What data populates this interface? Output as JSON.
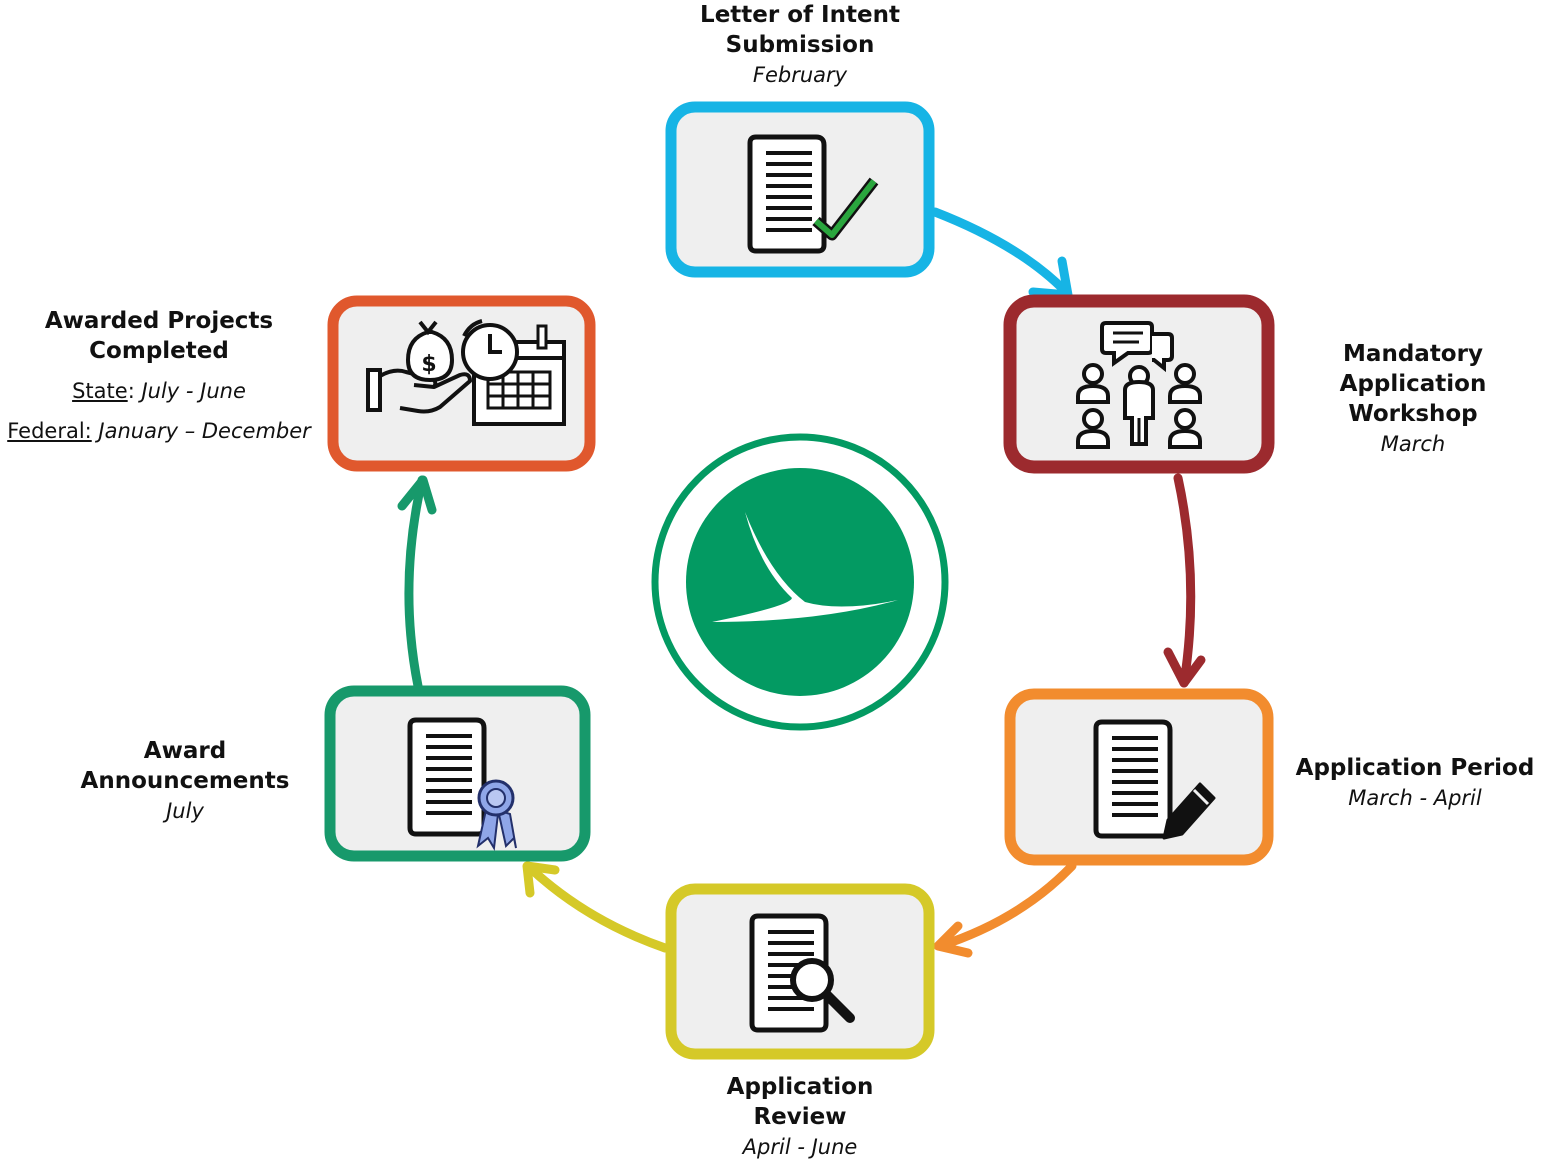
{
  "colors": {
    "loi": "#16b4e5",
    "workshop": "#9c2a2e",
    "period": "#f28c2e",
    "review": "#d5c928",
    "announce": "#17996b",
    "completed": "#e0582d",
    "logo": "#039a62",
    "box_fill": "#efefef"
  },
  "stages": {
    "loi": {
      "title1": "Letter of Intent",
      "title2": "Submission",
      "date": "February",
      "icon": "document-checkmark-icon"
    },
    "workshop": {
      "title1": "Mandatory",
      "title2": "Application Workshop",
      "date": "March",
      "icon": "workshop-people-icon"
    },
    "period": {
      "title1": "Application Period",
      "date": "March - April",
      "icon": "document-pen-icon"
    },
    "review": {
      "title1": "Application",
      "title2": "Review",
      "date": "April - June",
      "icon": "document-magnifier-icon"
    },
    "announce": {
      "title1": "Award",
      "title2": "Announcements",
      "date": "July",
      "icon": "document-ribbon-icon"
    },
    "completed": {
      "title1": "Awarded Projects",
      "title2": "Completed",
      "state_label": "State",
      "state_sep": ":",
      "state_value": "July - June",
      "federal_label": "Federal:",
      "federal_value": "January – December",
      "icon": "money-hand-calendar-icon"
    }
  },
  "logo": {
    "icon": "ohio-logo-icon"
  }
}
